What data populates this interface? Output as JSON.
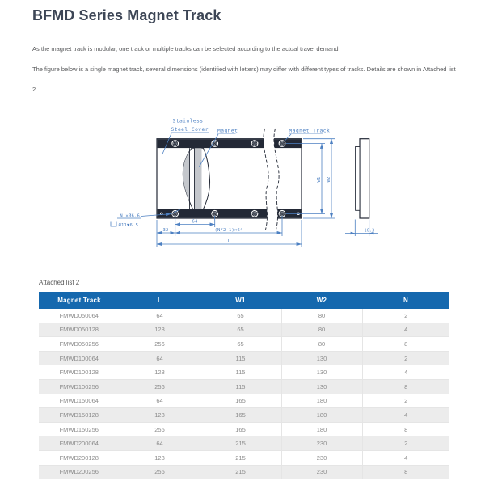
{
  "page": {
    "title": "BFMD Series Magnet Track",
    "paragraph1": "As the magnet track is modular, one track or multiple tracks can be selected according to the actual travel demand.",
    "paragraph2": "The figure below is a single magnet track, several dimensions (identified with letters) may differ with different types of tracks. Details are shown in Attached list 2."
  },
  "drawing": {
    "labels": {
      "stainless_line1": "Stainless",
      "stainless_line2": "Steel Cover",
      "magnet": "Magnet",
      "magnet_track": "Magnet Track"
    },
    "dims": {
      "holes_callout_line1": "N ×Ø6.6",
      "holes_callout_line2": "Ø11▼6.5",
      "dim_32": "32",
      "dim_64": "64",
      "dim_pattern": "(N/2-1)×64",
      "dim_length": "L",
      "dim_w1": "W1",
      "dim_w2": "W2",
      "dim_thickness": "16.3"
    },
    "colors": {
      "line": "#232936",
      "annotation": "#4d80c2"
    }
  },
  "table": {
    "caption": "Attached list 2",
    "header_bg": "#1568ae",
    "columns": [
      "Magnet Track",
      "L",
      "W1",
      "W2",
      "N"
    ],
    "rows": [
      [
        "FMWD050064",
        "64",
        "65",
        "80",
        "2"
      ],
      [
        "FMWD050128",
        "128",
        "65",
        "80",
        "4"
      ],
      [
        "FMWD050256",
        "256",
        "65",
        "80",
        "8"
      ],
      [
        "FMWD100064",
        "64",
        "115",
        "130",
        "2"
      ],
      [
        "FMWD100128",
        "128",
        "115",
        "130",
        "4"
      ],
      [
        "FMWD100256",
        "256",
        "115",
        "130",
        "8"
      ],
      [
        "FMWD150064",
        "64",
        "165",
        "180",
        "2"
      ],
      [
        "FMWD150128",
        "128",
        "165",
        "180",
        "4"
      ],
      [
        "FMWD150256",
        "256",
        "165",
        "180",
        "8"
      ],
      [
        "FMWD200064",
        "64",
        "215",
        "230",
        "2"
      ],
      [
        "FMWD200128",
        "128",
        "215",
        "230",
        "4"
      ],
      [
        "FMWD200256",
        "256",
        "215",
        "230",
        "8"
      ]
    ]
  }
}
